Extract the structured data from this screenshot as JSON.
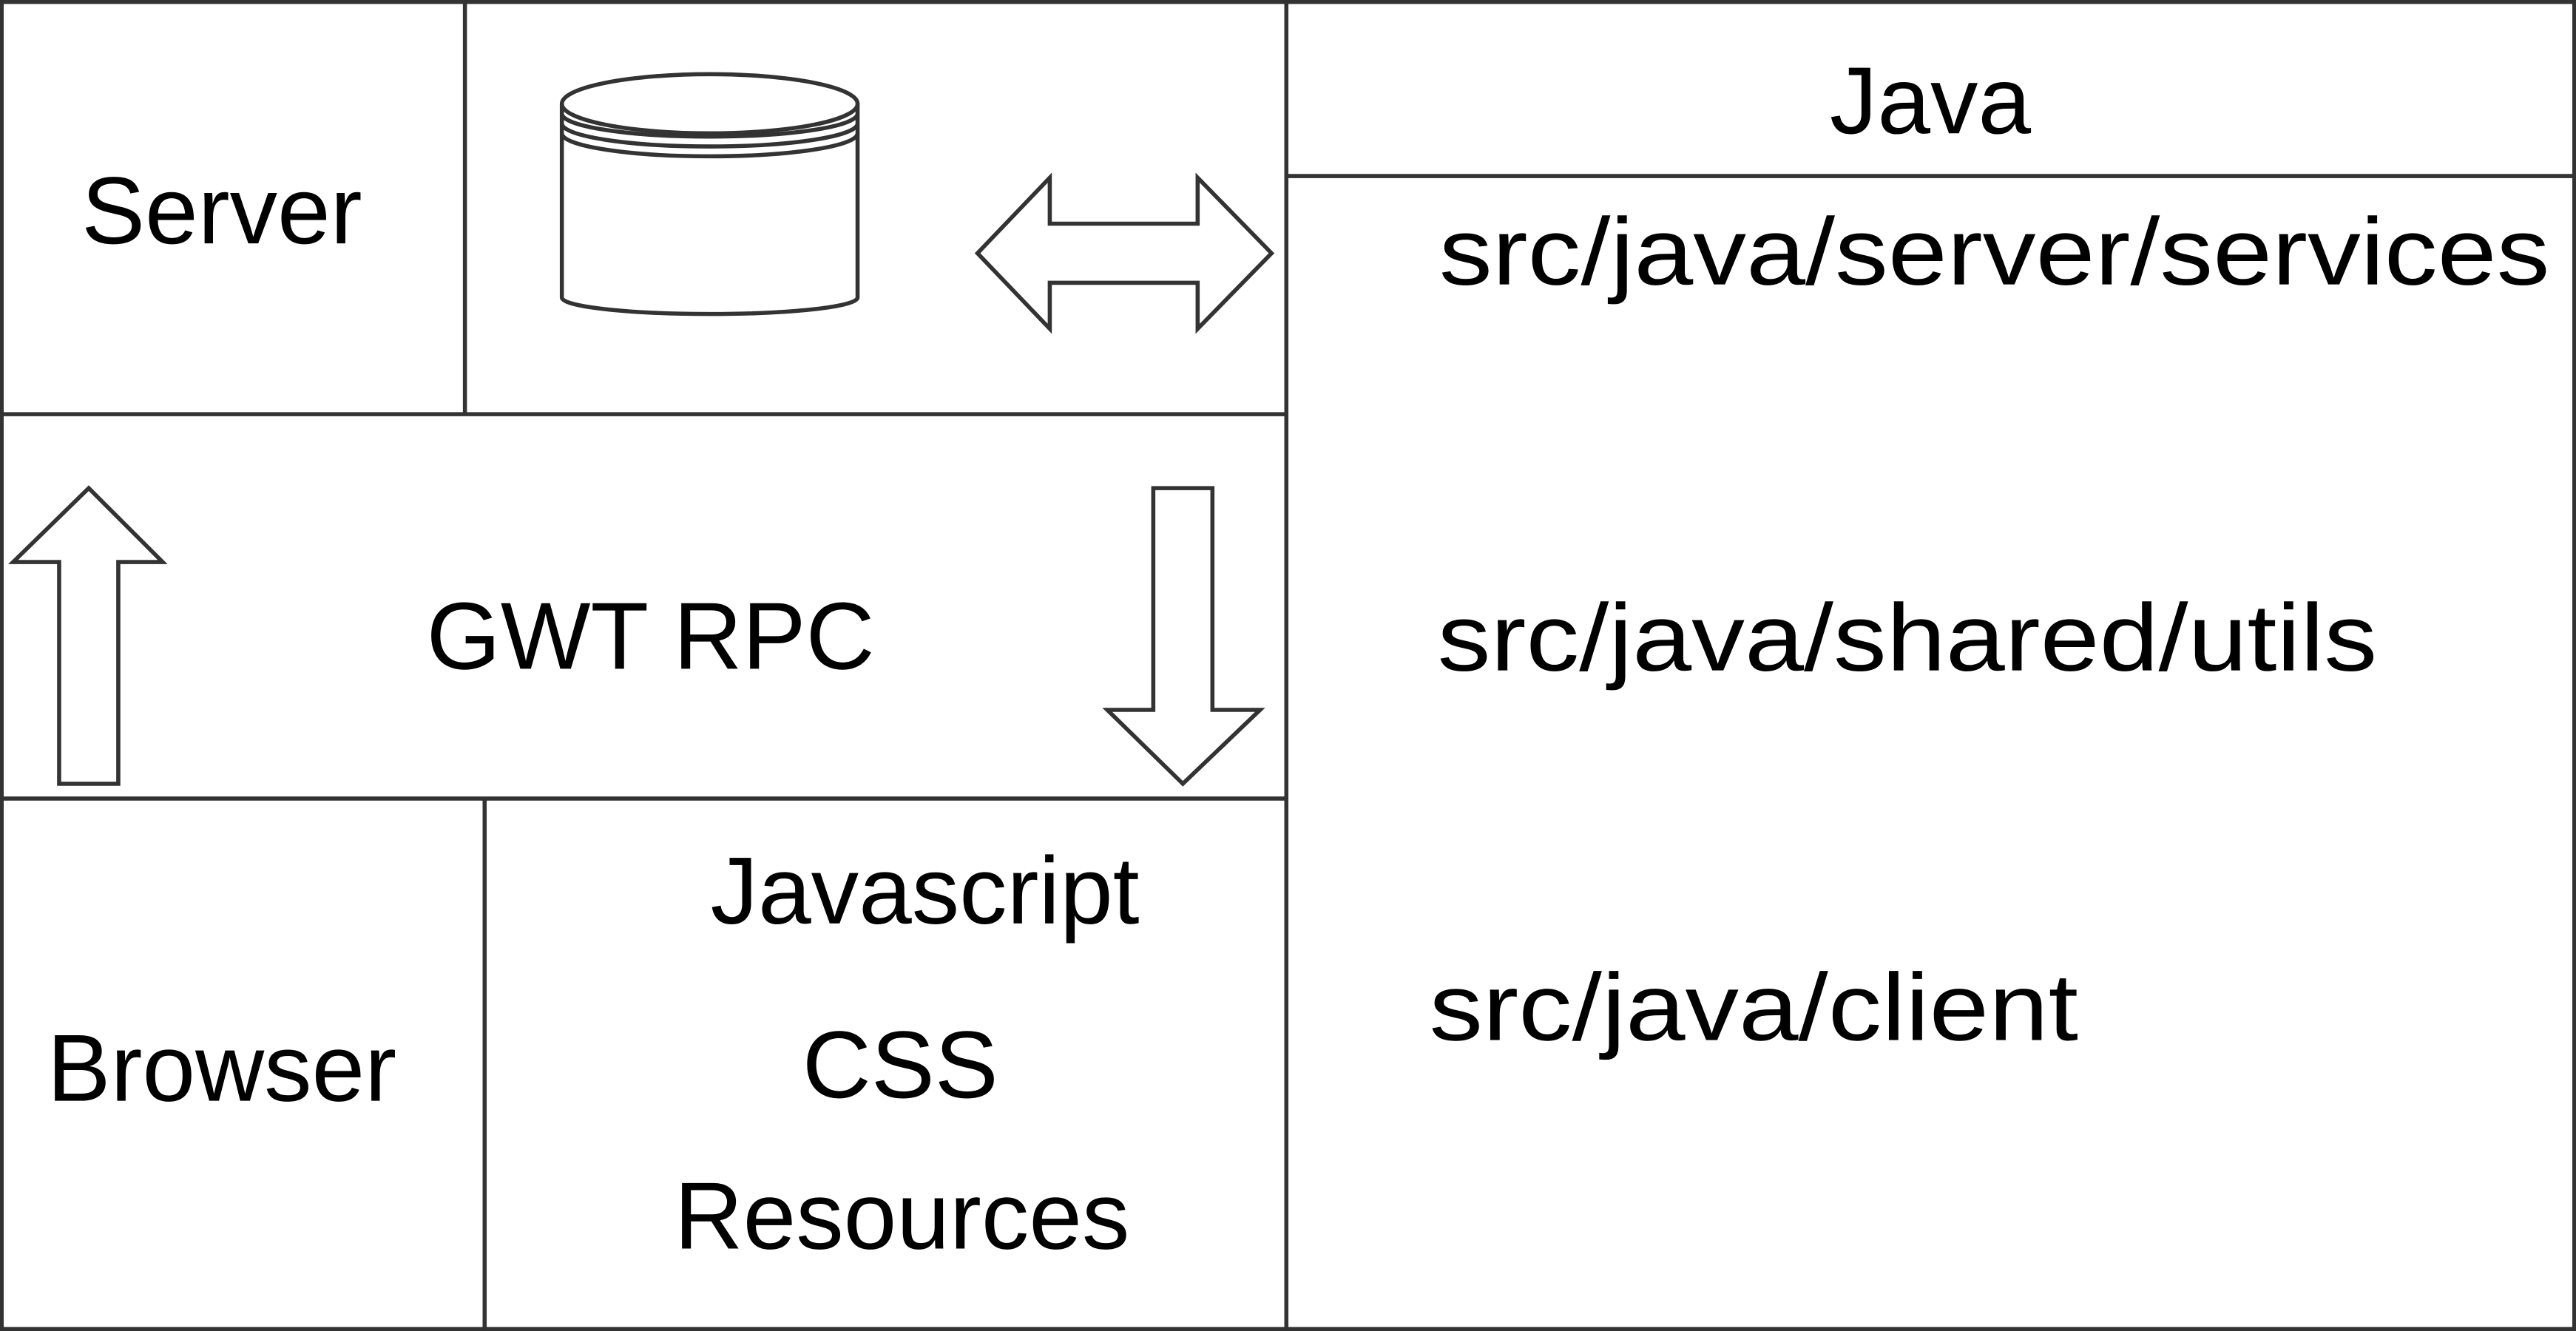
{
  "labels": {
    "server": "Server",
    "gwt_rpc": "GWT RPC",
    "browser": "Browser",
    "javascript": "Javascript",
    "css": "CSS",
    "resources": "Resources",
    "java": "Java",
    "server_services": "src/java/server/services",
    "shared_utils": "src/java/shared/utils",
    "client": "src/java/client"
  },
  "icons": {
    "database": "database-icon",
    "bidirectional_arrow": "double-arrow-icon",
    "up_arrow": "arrow-up-icon",
    "down_arrow": "arrow-down-icon"
  },
  "colors": {
    "stroke": "#333333",
    "text": "#000000",
    "background": "#ffffff"
  }
}
